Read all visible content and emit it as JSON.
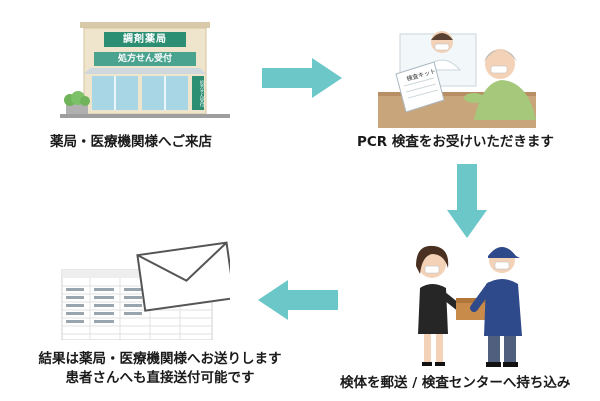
{
  "pharmacy": {
    "sign": "調剤薬局",
    "counter_sign": "処方せん受付",
    "side_sign": "処方せん受付"
  },
  "consult": {
    "paper_text": "検査キット"
  },
  "steps": [
    {
      "label": "薬局・医療機関様へご来店"
    },
    {
      "label": "PCR 検査をお受けいただきます"
    },
    {
      "label": "検体を郵送 / 検査センターへ持ち込み"
    },
    {
      "label_line1": "結果は薬局・医療機関様へお送りします",
      "label_line2": "患者さんへも直接送付可能です"
    }
  ],
  "colors": {
    "arrow": "#6cc7c9",
    "building": "#e9dcc1",
    "sign_green": "#2c8f74",
    "banner": "#4aa38f"
  }
}
